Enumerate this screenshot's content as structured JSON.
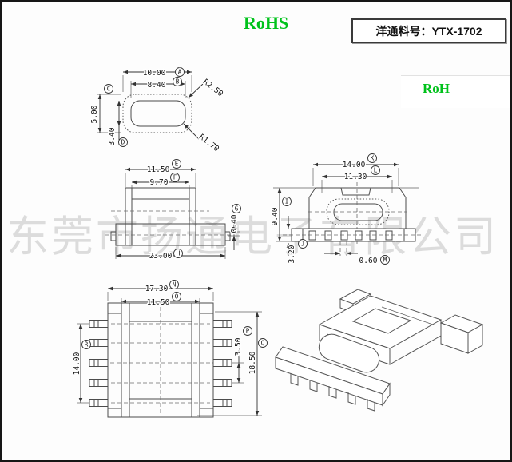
{
  "header": {
    "rohs_badge": "RoHS",
    "rohs_badge_right": "RoH",
    "part_box_text": "洋通料号：YTX-1702"
  },
  "watermark": {
    "text": "东莞市扬通电子有限公司"
  },
  "colors": {
    "accent_green": "#00c21b",
    "line": "#4c4c4c",
    "watermark_gray": "#c7c7c7"
  },
  "views": {
    "core_section": {
      "dims": {
        "a": {
          "value": "10.00",
          "ref": "A"
        },
        "b": {
          "value": "8.40",
          "ref": "B"
        },
        "c": {
          "value": "5.00",
          "ref": "C"
        },
        "d": {
          "value": "3.40",
          "ref": "D"
        },
        "r_outer": {
          "value": "R2.50"
        },
        "r_inner": {
          "value": "R1.70"
        }
      }
    },
    "side_view": {
      "dims": {
        "e": {
          "value": "11.50",
          "ref": "E"
        },
        "f": {
          "value": "9.70",
          "ref": "F"
        },
        "g": {
          "value": "0.40",
          "ref": "G"
        },
        "h": {
          "value": "23.00",
          "ref": "H"
        }
      }
    },
    "front_view": {
      "dims": {
        "i": {
          "value": "9.40",
          "ref": "I"
        },
        "j": {
          "value": "3.20",
          "ref": "J"
        },
        "k": {
          "value": "14.00",
          "ref": "K"
        },
        "l": {
          "value": "11.30",
          "ref": "L"
        },
        "m": {
          "value": "0.60",
          "ref": "M"
        }
      }
    },
    "top_view": {
      "dims": {
        "n": {
          "value": "17.30",
          "ref": "N"
        },
        "o": {
          "value": "11.50",
          "ref": "O"
        },
        "p": {
          "value": "3.50",
          "ref": "P"
        },
        "q": {
          "value": "18.50",
          "ref": "Q"
        },
        "r": {
          "value": "14.00",
          "ref": "R"
        }
      }
    }
  }
}
